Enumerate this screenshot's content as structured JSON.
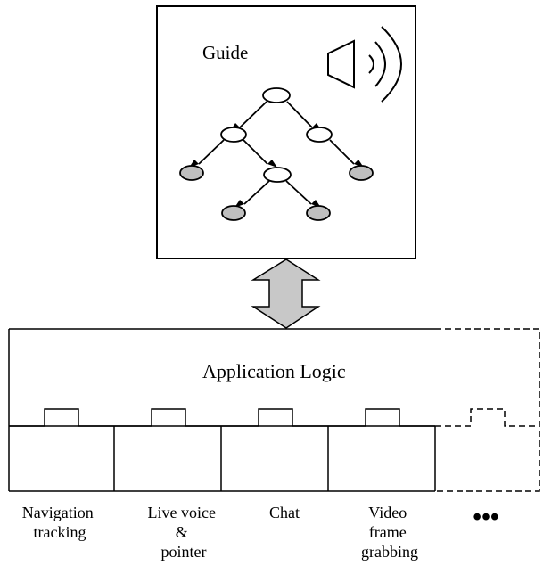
{
  "guide": {
    "title": "Guide",
    "icon": "speaker-icon"
  },
  "application_logic": {
    "title": "Application Logic"
  },
  "modules": [
    {
      "lines": [
        "Navigation",
        "tracking"
      ]
    },
    {
      "lines": [
        "Live voice",
        "&",
        "pointer"
      ]
    },
    {
      "lines": [
        "Chat"
      ]
    },
    {
      "lines": [
        "Video",
        "frame",
        "grabbing"
      ]
    }
  ],
  "more_modules": "•••",
  "colors": {
    "stroke": "#000000",
    "leaf_fill": "#bfbfbf",
    "arrow_fill": "#c8c8c8",
    "node_fill": "#ffffff"
  }
}
